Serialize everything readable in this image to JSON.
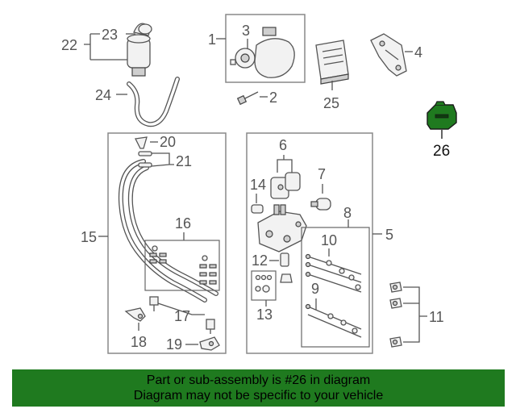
{
  "diagram": {
    "callouts": {
      "c1": "1",
      "c2": "2",
      "c3": "3",
      "c4": "4",
      "c5": "5",
      "c6": "6",
      "c7": "7",
      "c8": "8",
      "c9": "9",
      "c10": "10",
      "c11": "11",
      "c12": "12",
      "c13": "13",
      "c14": "14",
      "c15": "15",
      "c16": "16",
      "c17": "17",
      "c18": "18",
      "c19": "19",
      "c20": "20",
      "c21": "21",
      "c22": "22",
      "c23": "23",
      "c24": "24",
      "c25": "25",
      "c26": "26"
    },
    "highlight_color": "#1f7a1f"
  },
  "banner": {
    "line1": "Part or sub-assembly is #26 in diagram",
    "line2": "Diagram may not be specific to your vehicle",
    "color": "#1f7a1f"
  }
}
